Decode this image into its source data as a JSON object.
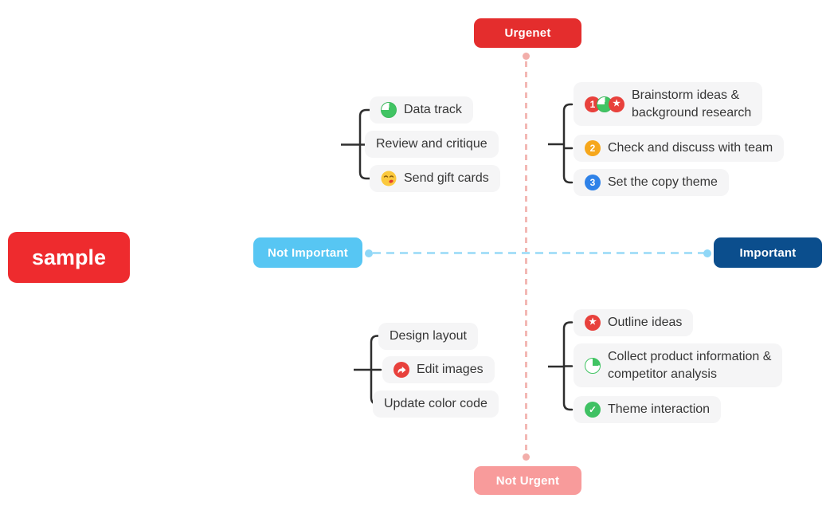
{
  "axis_labels": {
    "top": "Urgenet",
    "bottom": "Not Urgent",
    "left": "Not Important",
    "right": "Important"
  },
  "sample_badge": "sample",
  "quadrants": {
    "urgent_important": {
      "items": [
        {
          "label": "Brainstorm ideas &\nbackground research",
          "icons": [
            {
              "name": "badge-1-icon",
              "glyph": "1"
            },
            {
              "name": "pie-chart-icon",
              "glyph": ""
            },
            {
              "name": "star-icon",
              "glyph": "★"
            }
          ]
        },
        {
          "label": "Check and discuss with team",
          "icons": [
            {
              "name": "badge-2-icon",
              "glyph": "2"
            }
          ]
        },
        {
          "label": "Set the copy theme",
          "icons": [
            {
              "name": "badge-3-icon",
              "glyph": "3"
            }
          ]
        }
      ]
    },
    "urgent_not_important": {
      "items": [
        {
          "label": "Data track",
          "icons": [
            {
              "name": "pie-chart-icon",
              "glyph": ""
            }
          ]
        },
        {
          "label": "Review and critique",
          "icons": []
        },
        {
          "label": "Send gift cards",
          "icons": [
            {
              "name": "kissing-face-icon",
              "glyph": ""
            }
          ]
        }
      ]
    },
    "not_urgent_not_important": {
      "items": [
        {
          "label": "Design layout",
          "icons": []
        },
        {
          "label": "Edit images",
          "icons": [
            {
              "name": "share-arrow-icon",
              "glyph": ""
            }
          ]
        },
        {
          "label": "Update color code",
          "icons": []
        }
      ]
    },
    "not_urgent_important": {
      "items": [
        {
          "label": "Outline ideas",
          "icons": [
            {
              "name": "star-icon",
              "glyph": "★"
            }
          ]
        },
        {
          "label": "Collect product information &\ncompetitor analysis",
          "icons": [
            {
              "name": "pie-outline-icon",
              "glyph": ""
            }
          ]
        },
        {
          "label": "Theme interaction",
          "icons": [
            {
              "name": "check-icon",
              "glyph": "✓"
            }
          ]
        }
      ]
    }
  },
  "colors": {
    "urgent_red": "#e42d2d",
    "sample_red": "#ee2b2e",
    "not_important_blue": "#57c6f3",
    "important_blue": "#0b4e8d",
    "not_urgent_pink": "#f89b9b",
    "dash_pink": "#f3b8b4",
    "dash_blue": "#a7dff8",
    "item_background": "#f5f5f6",
    "badge_1_red": "#e8413c",
    "badge_2_orange": "#f6a71c",
    "badge_3_blue": "#2f82e8",
    "green": "#41c463",
    "connector_dark": "#2e2e2e"
  }
}
